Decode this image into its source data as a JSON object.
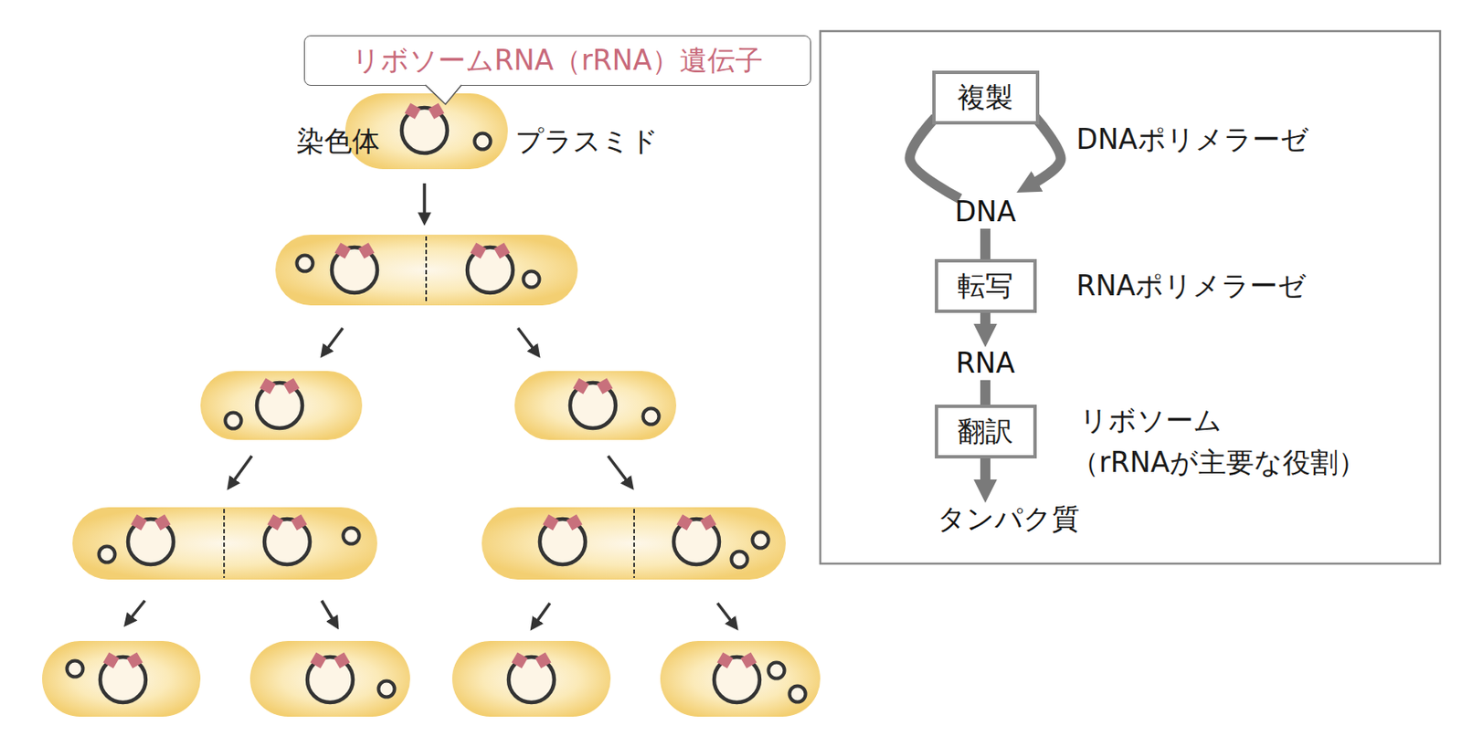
{
  "diagram": {
    "nodes": [
      {
        "text": [
          "リボソームRNA（rRNA）遺伝子"
        ]
      },
      {
        "text": [
          "複製"
        ]
      },
      {
        "text": [
          "DNA"
        ]
      },
      {
        "text": [
          "転写"
        ]
      },
      {
        "text": [
          "RNA"
        ]
      },
      {
        "text": [
          "翻訳"
        ]
      },
      {
        "text": [
          "タンパク質"
        ]
      }
    ],
    "edges": [
      {
        "from": 2,
        "to": 1,
        "arrow": "none"
      },
      {
        "from": 1,
        "to": 2,
        "arrow": "to"
      },
      {
        "from": 2,
        "to": 3,
        "arrow": "none"
      },
      {
        "from": 3,
        "to": 4,
        "arrow": "to"
      },
      {
        "from": 4,
        "to": 5,
        "arrow": "none"
      },
      {
        "from": 5,
        "to": 6,
        "arrow": "to"
      }
    ],
    "labels": [
      "染色体",
      "プラスミド",
      "DNAポリメラーゼ",
      "RNAポリメラーゼ",
      "リボソーム",
      "（rRNAが主要な役割）"
    ]
  }
}
